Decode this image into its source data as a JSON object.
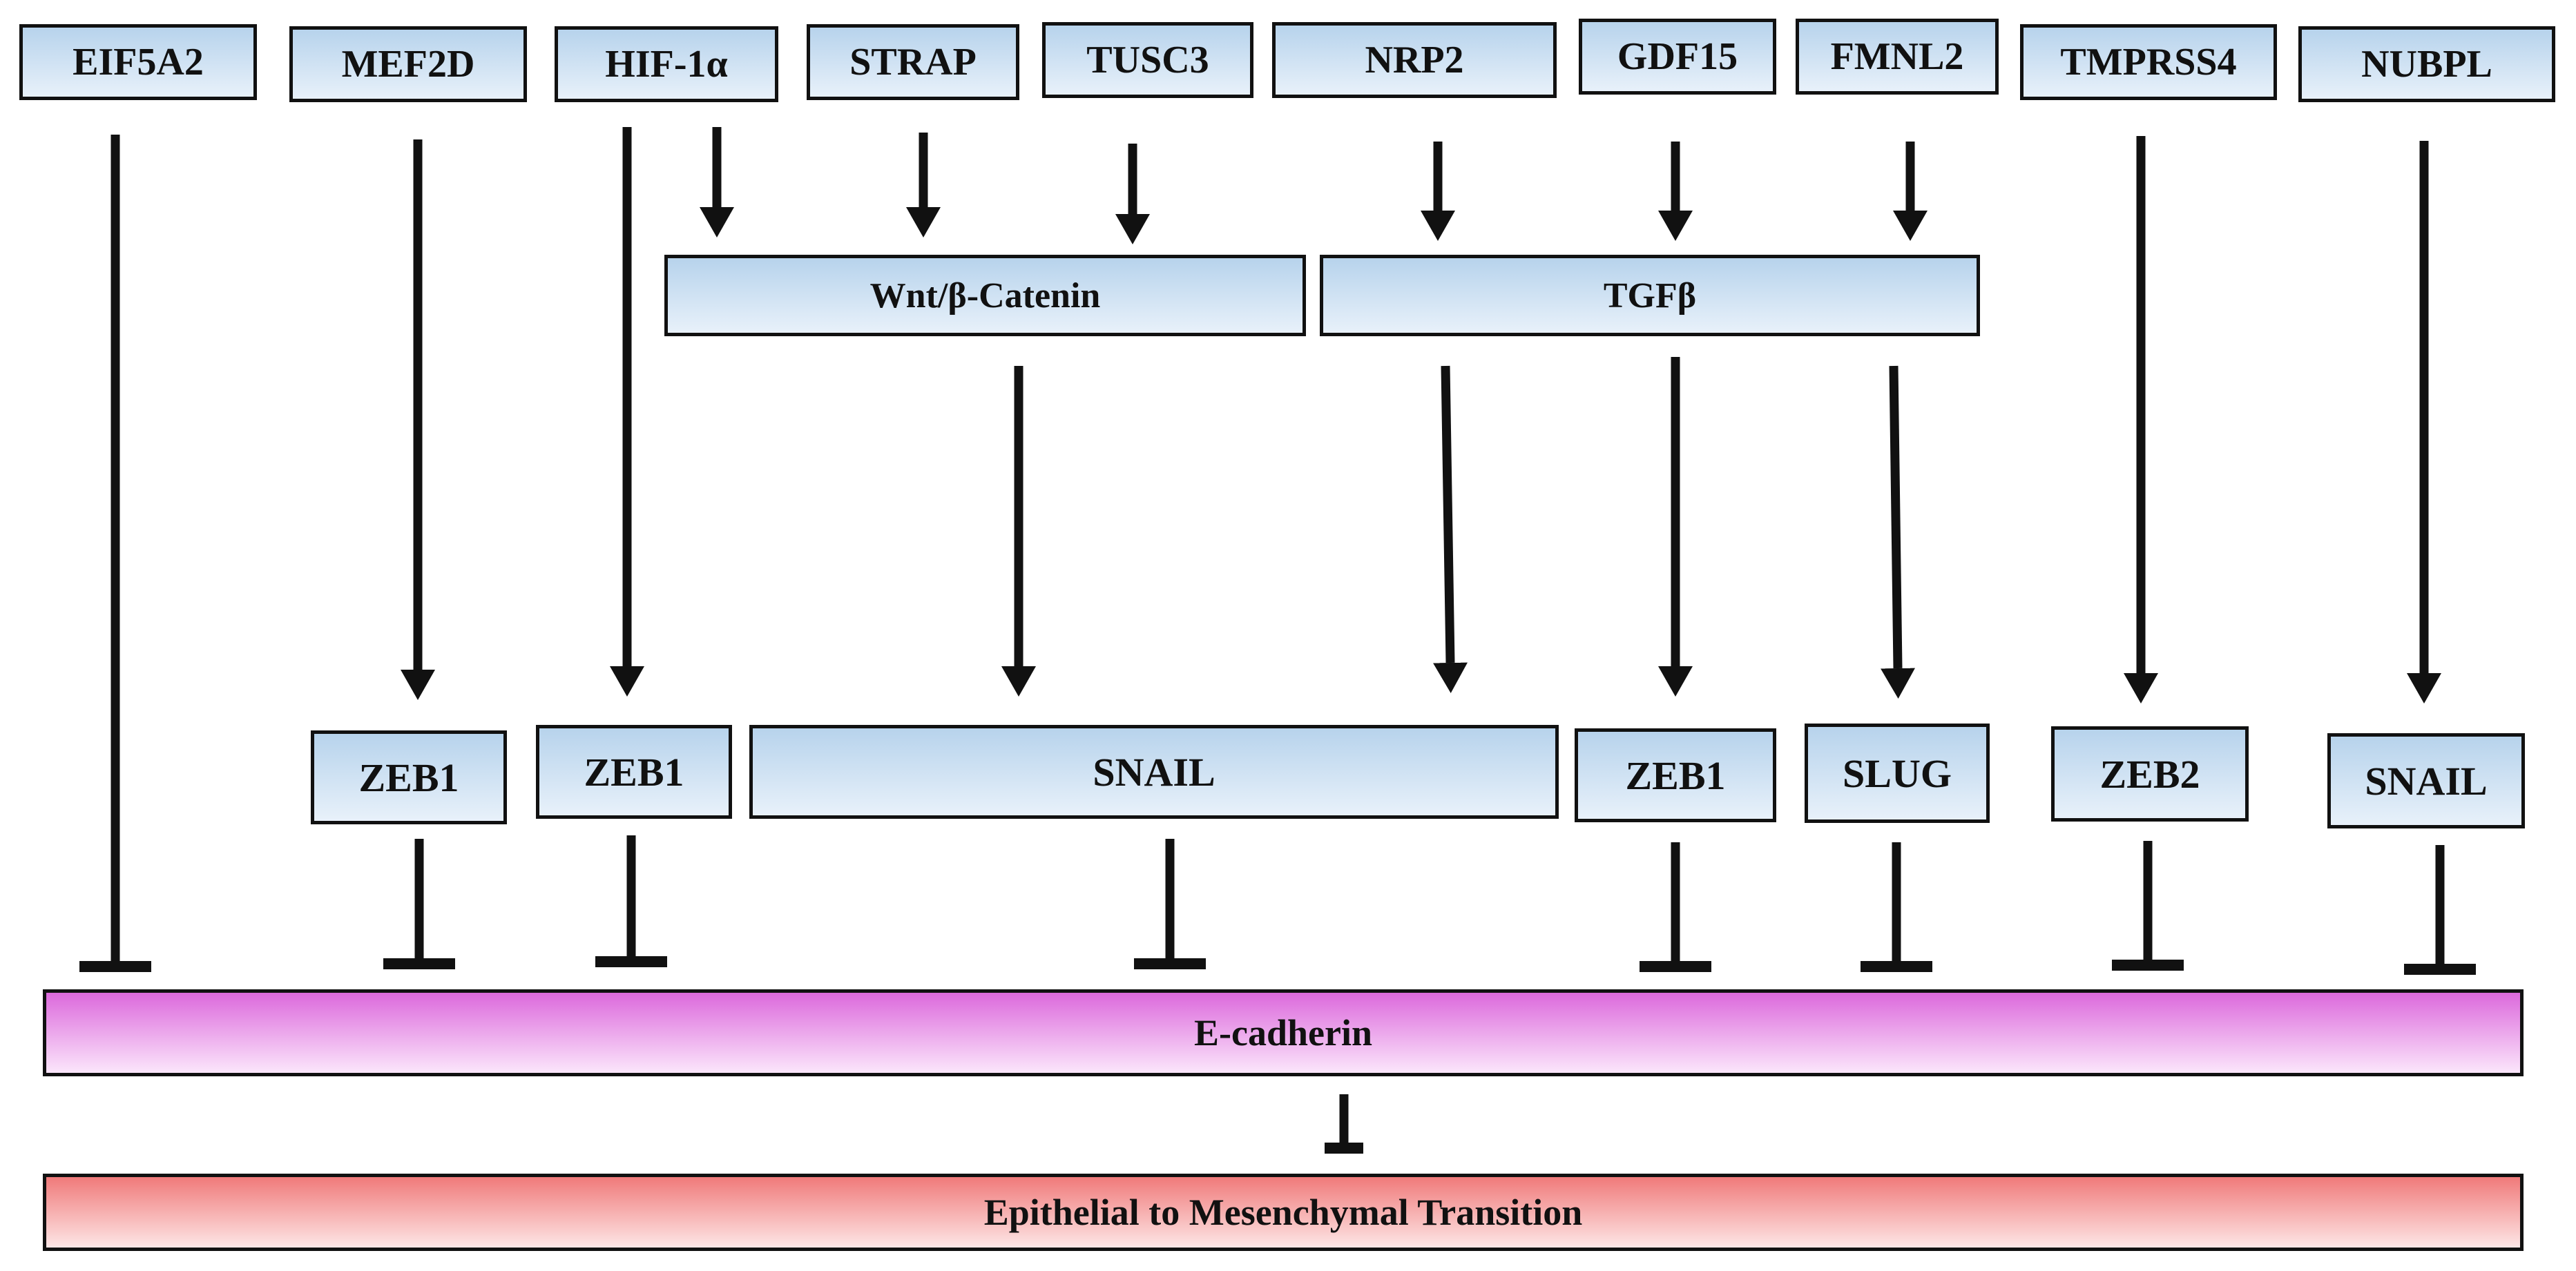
{
  "genes": {
    "eif5a2": "EIF5A2",
    "mef2d": "MEF2D",
    "hif1a": "HIF-1α",
    "strap": "STRAP",
    "tusc3": "TUSC3",
    "nrp2": "NRP2",
    "gdf15": "GDF15",
    "fmnl2": "FMNL2",
    "tmprss4": "TMPRSS4",
    "nubpl": "NUBPL"
  },
  "pathways": {
    "wnt": "Wnt/β-Catenin",
    "tgfb": "TGFβ"
  },
  "effectors": {
    "zeb1_mef2d": "ZEB1",
    "zeb1_hif1a": "ZEB1",
    "snail_shared": "SNAIL",
    "zeb1_gdf15": "ZEB1",
    "slug": "SLUG",
    "zeb2": "ZEB2",
    "snail_nubpl": "SNAIL"
  },
  "ecadherin": "E-cadherin",
  "emt": "Epithelial to Mesenchymal Transition",
  "colors": {
    "gene_box_top": "#b7d3ec",
    "gene_box_bottom": "#e8f1fa",
    "ecadherin_top": "#dc69dc",
    "ecadherin_bottom": "#fbe6fb",
    "emt_top": "#f07a7a",
    "emt_bottom": "#fde6e6",
    "stroke": "#111111"
  },
  "edge_types": {
    "activation": "arrow",
    "inhibition": "t-bar"
  }
}
